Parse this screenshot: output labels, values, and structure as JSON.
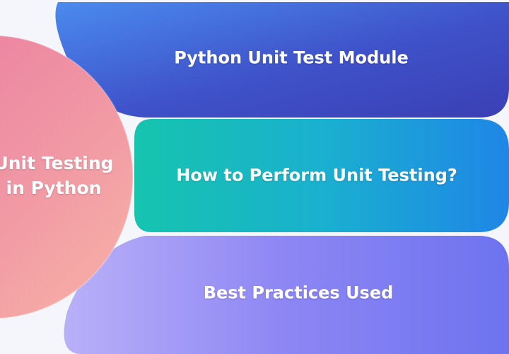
{
  "center": {
    "line1": "Unit Testing",
    "line2": "in Python"
  },
  "topics": [
    {
      "label": "Python Unit Test Module"
    },
    {
      "label": "How to Perform Unit Testing?"
    },
    {
      "label": "Best Practices Used"
    }
  ]
}
